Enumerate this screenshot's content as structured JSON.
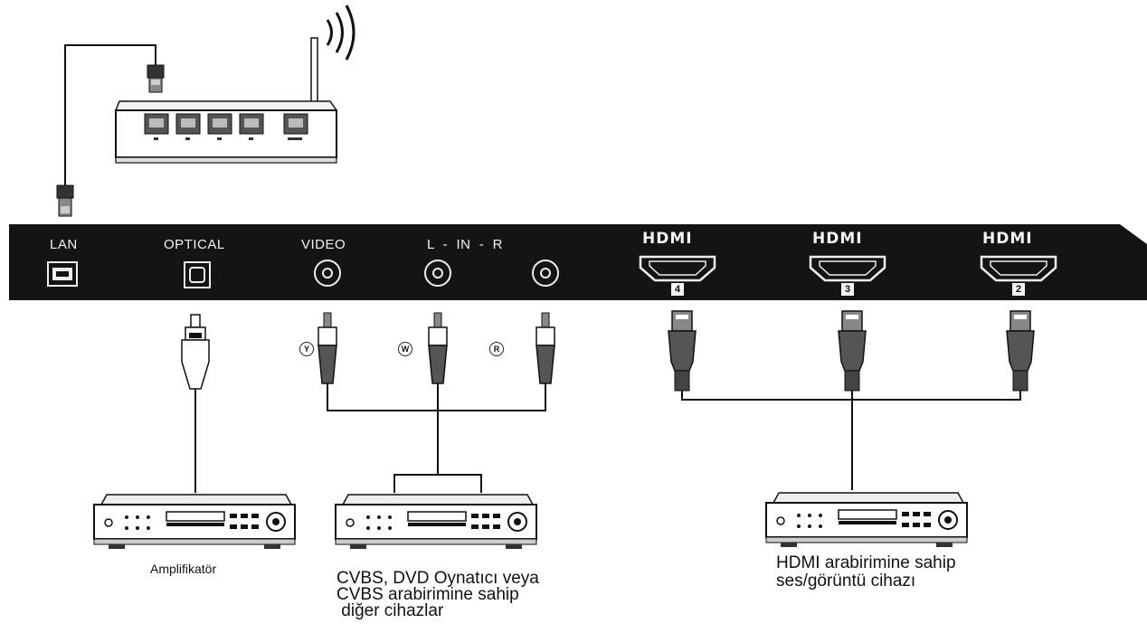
{
  "panel": {
    "ports": {
      "lan": "LAN",
      "optical": "OPTICAL",
      "video": "VIDEO",
      "audio_in": "L  -  IN  -  R"
    },
    "hdmi_logo": "HDMI",
    "hdmi_ports": [
      "4",
      "3",
      "2"
    ]
  },
  "connectors": {
    "yellow": "Y",
    "white": "W",
    "red": "R"
  },
  "devices": {
    "amplifier": "Amplifikatör",
    "cvbs": [
      "CVBS, DVD Oynatıcı veya",
      "CVBS arabirimine sahip",
      " diğer cihazlar"
    ],
    "hdmi": [
      "HDMI arabirimine sahip",
      "ses/görüntü cihazı"
    ]
  }
}
